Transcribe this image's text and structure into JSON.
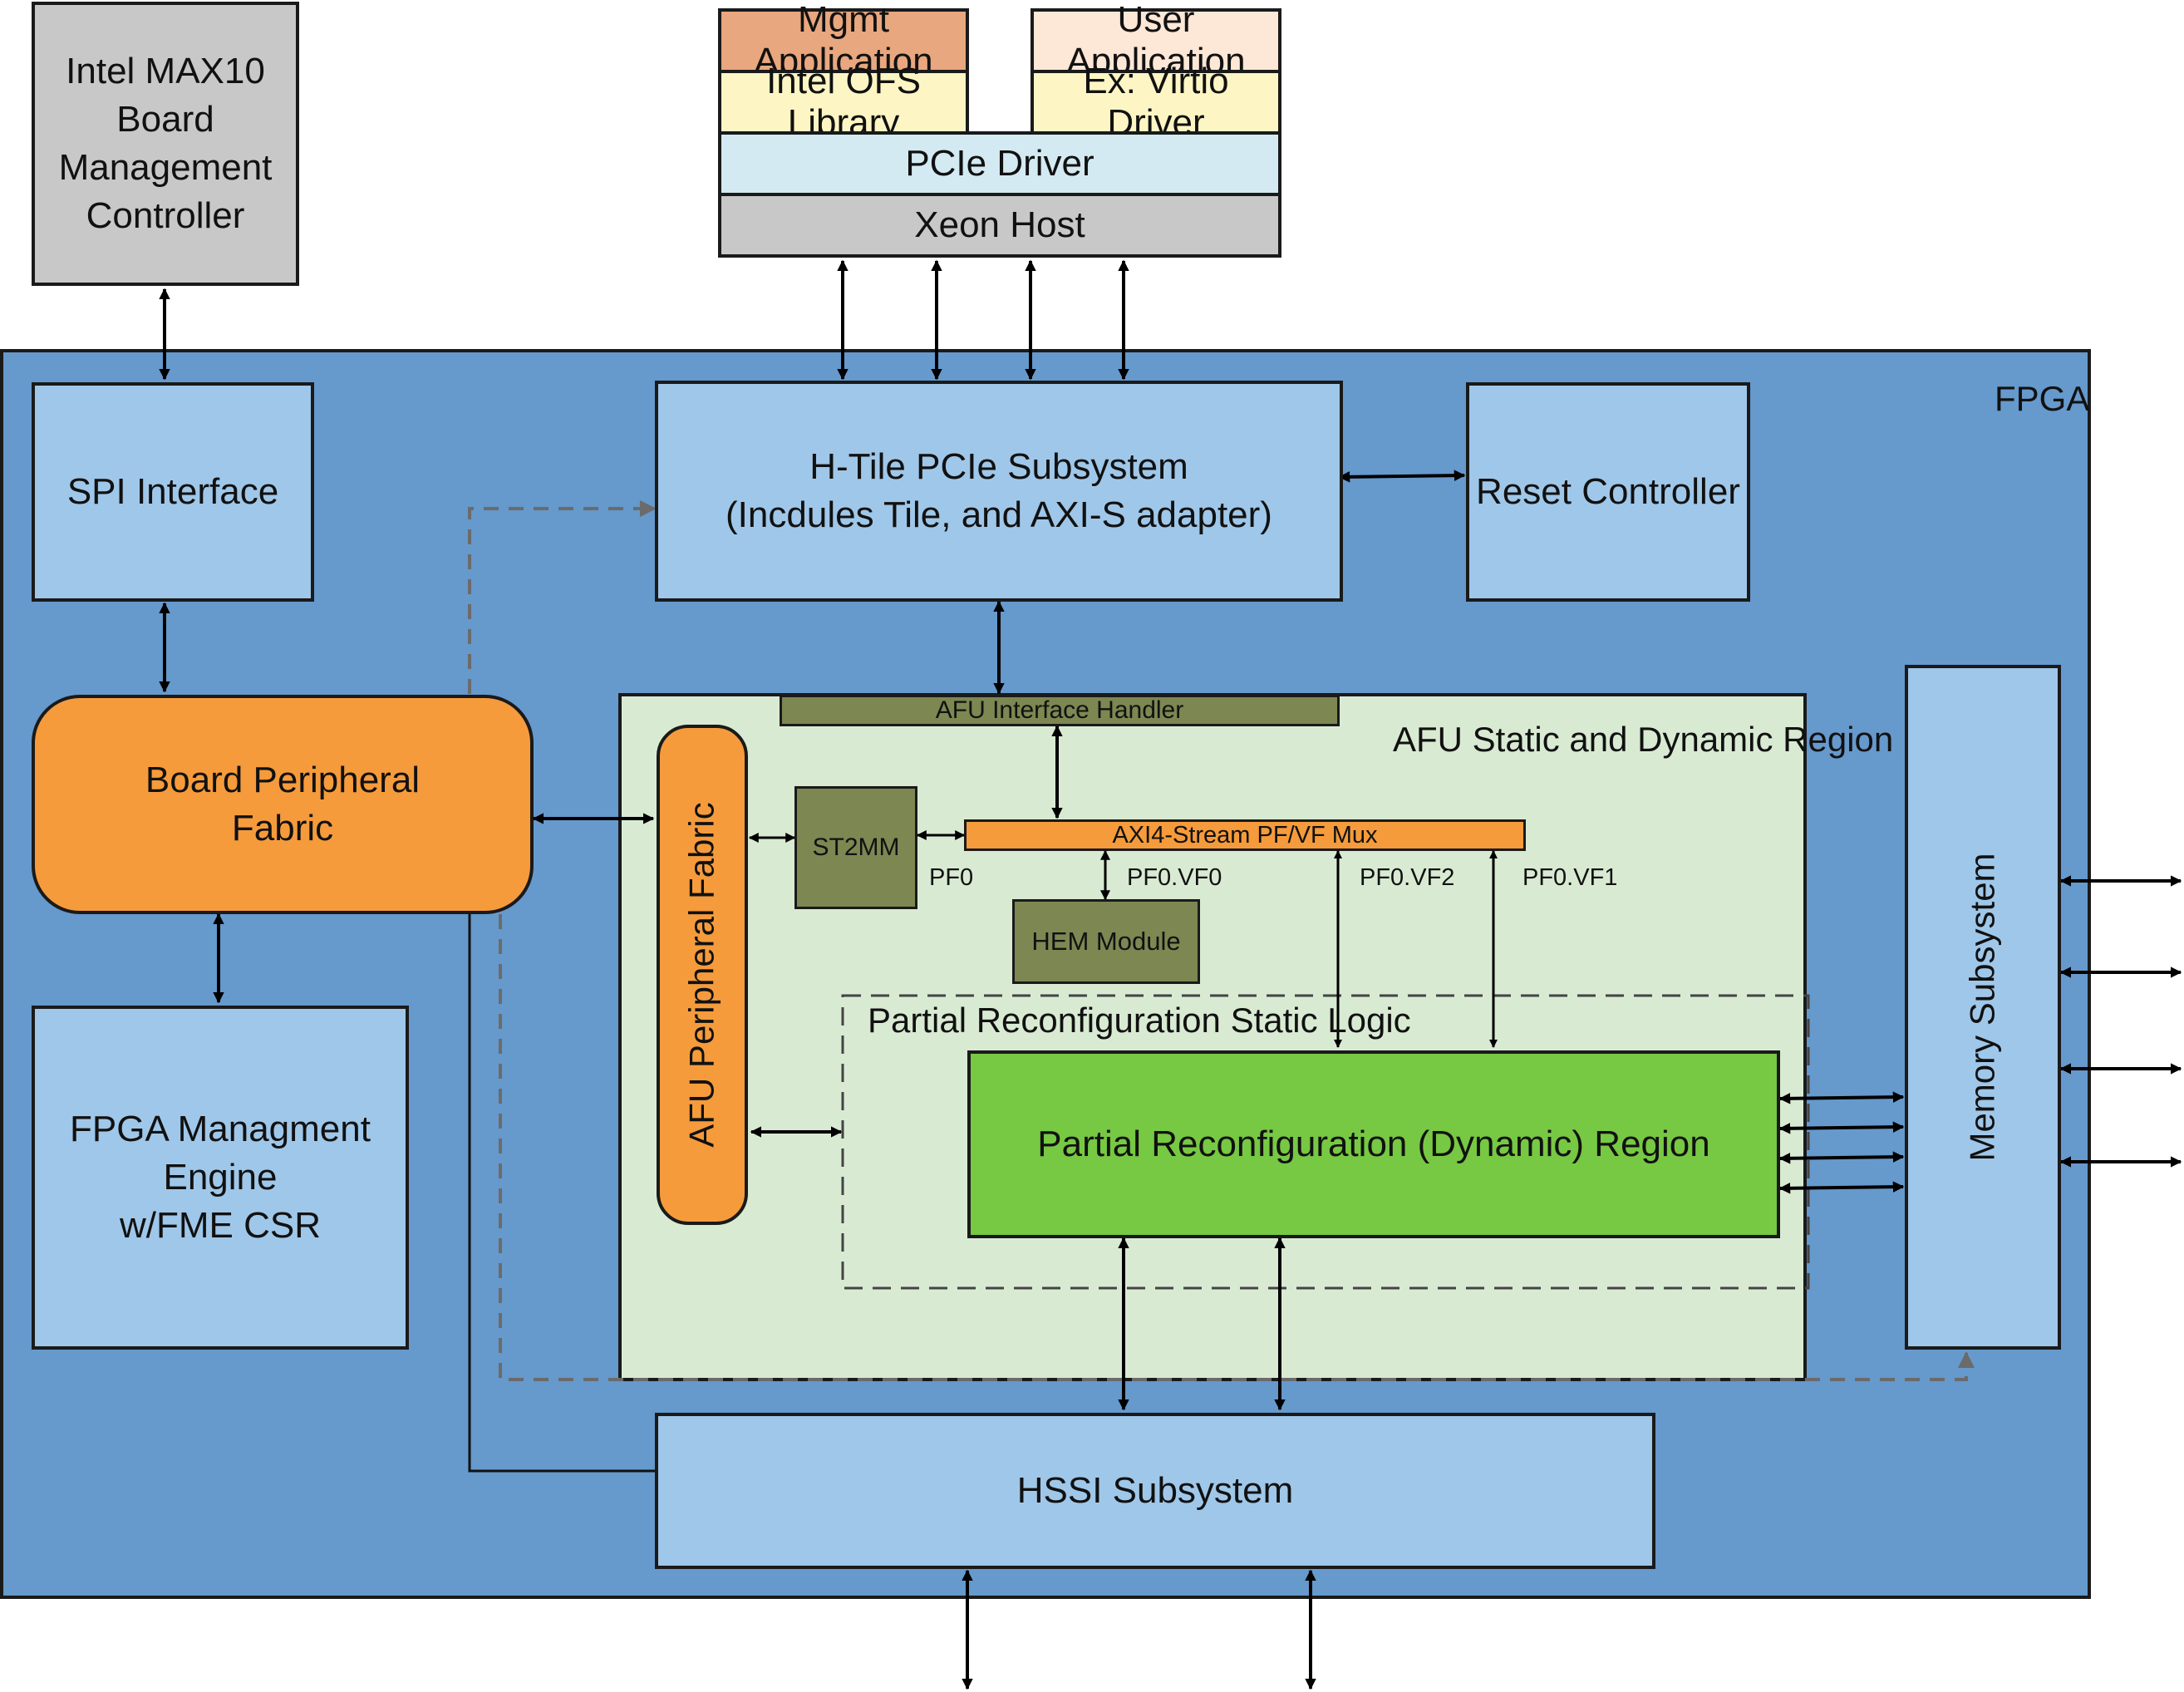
{
  "host_stack": {
    "mgmt_app": "Mgmt Application",
    "user_app": "User Application",
    "ofs_library": "Intel OFS Library",
    "virtio_driver": "Ex: Virtio Driver",
    "pcie_driver": "PCIe Driver",
    "xeon_host": "Xeon Host"
  },
  "bmc": {
    "line1": "Intel MAX10",
    "line2": "Board Management",
    "line3": "Controller"
  },
  "fpga": {
    "label": "FPGA",
    "spi": "SPI Interface",
    "pcie_subsystem": {
      "line1": "H-Tile PCIe Subsystem",
      "line2": "(Incdules Tile, and AXI-S adapter)"
    },
    "reset_controller": "Reset Controller",
    "board_fabric": {
      "line1": "Board Peripheral",
      "line2": "Fabric"
    },
    "fme": {
      "line1": "FPGA Managment Engine",
      "line2": "w/FME CSR"
    },
    "memory": "Memory Subsystem",
    "hssi": "HSSI Subsystem",
    "afu": {
      "region_label": "AFU Static and Dynamic Region",
      "interface_handler": "AFU Interface Handler",
      "peripheral_fabric": "AFU Peripheral Fabric",
      "st2mm": "ST2MM",
      "mux": "AXI4-Stream PF/VF Mux",
      "hem": "HEM Module",
      "pf0": "PF0",
      "pf0_vf0": "PF0.VF0",
      "pf0_vf2": "PF0.VF2",
      "pf0_vf1": "PF0.VF1",
      "pr_static": "Partial Reconfiguration Static Logic",
      "pr_dynamic": "Partial Reconfiguration (Dynamic) Region"
    }
  },
  "colors": {
    "fpga_bg": "#6699cc",
    "block_blue": "#9fc7e9",
    "afu_region": "#d9ead3",
    "orange": "#f59b3c",
    "olive": "#7c8752",
    "pr_green": "#77c843",
    "host_grey": "#c8c8c8",
    "pcie_driver_bg": "#d3eaf2",
    "mgmt_app_bg": "#e8a77e",
    "user_app_bg": "#fde7d6",
    "library_bg": "#fdf6c4"
  }
}
